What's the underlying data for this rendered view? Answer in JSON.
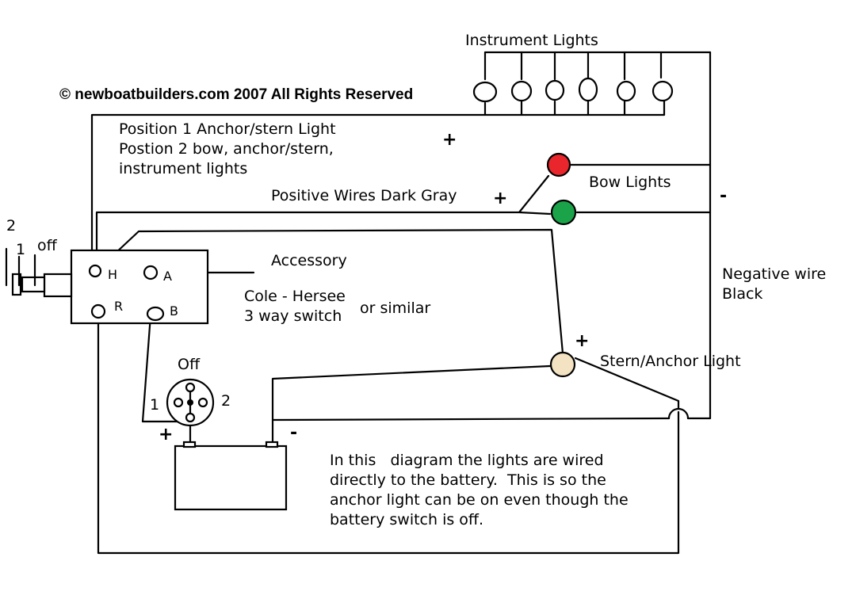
{
  "copyright": "© newboatbuilders.com 2007 All Rights Reserved",
  "labels": {
    "instrument_lights": "Instrument Lights",
    "position_line1": "Position 1 Anchor/stern Light",
    "position_line2": "Postion 2 bow, anchor/stern,",
    "position_line3": "instrument lights",
    "positive_wires": "Positive Wires Dark Gray",
    "bow_lights": "Bow Lights",
    "accessory": "Accessory",
    "switch_name_line1": "Cole - Hersee",
    "switch_name_line2": "3 way switch",
    "or_similar": "or similar",
    "negative_line1": "Negative wire",
    "negative_line2": "Black",
    "stern_anchor": "Stern/Anchor Light",
    "battery_switch_off": "Off",
    "battery_switch_1": "1",
    "battery_switch_2": "2"
  },
  "switch": {
    "positions": [
      "2",
      "1",
      "off"
    ],
    "terminals": {
      "h": "H",
      "a": "A",
      "r": "R",
      "b": "B"
    }
  },
  "symbols": {
    "plus_top": "+",
    "plus_bow": "+",
    "minus_right": "-",
    "plus_stern": "+",
    "plus_battery": "+",
    "minus_battery": "-"
  },
  "note": {
    "line1": "In this   diagram the lights are wired",
    "line2": "directly to the battery.  This is so the",
    "line3": "anchor light can be on even though the",
    "line4": "battery switch is off."
  },
  "colors": {
    "bow_red": "#e8262b",
    "bow_green": "#1ba34a",
    "stern_light": "#f3e3c3",
    "line": "#000000"
  }
}
